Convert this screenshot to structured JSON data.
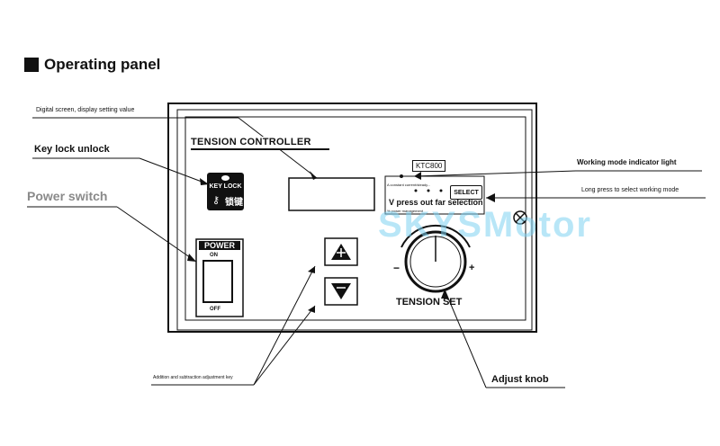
{
  "heading": "Operating panel",
  "labels": {
    "digital_screen": "Digital screen, display setting value",
    "key_lock_unlock": "Key lock unlock",
    "power_switch": "Power switch",
    "working_mode_light": "Working mode indicator light",
    "long_press": "Long press to select working mode",
    "add_sub_key": "Addition and subtraction adjustment key",
    "adjust_knob": "Adjust knob"
  },
  "panel": {
    "title": "TENSION CONTROLLER",
    "model": "KTC800",
    "indicator_text_1": "A constant current/steady...",
    "indicator_overlay": "V press out far selection",
    "indicator_text_3": "% power management",
    "select_label": "SELECT",
    "key_lock_label": "KEY LOCK",
    "key_lock_cn": "锁键",
    "power_label": "POWER",
    "on_label": "ON",
    "off_label": "OFF",
    "tension_set_label": "TENSION SET",
    "minus": "−",
    "plus": "+"
  },
  "watermark": "SKYSMotor"
}
